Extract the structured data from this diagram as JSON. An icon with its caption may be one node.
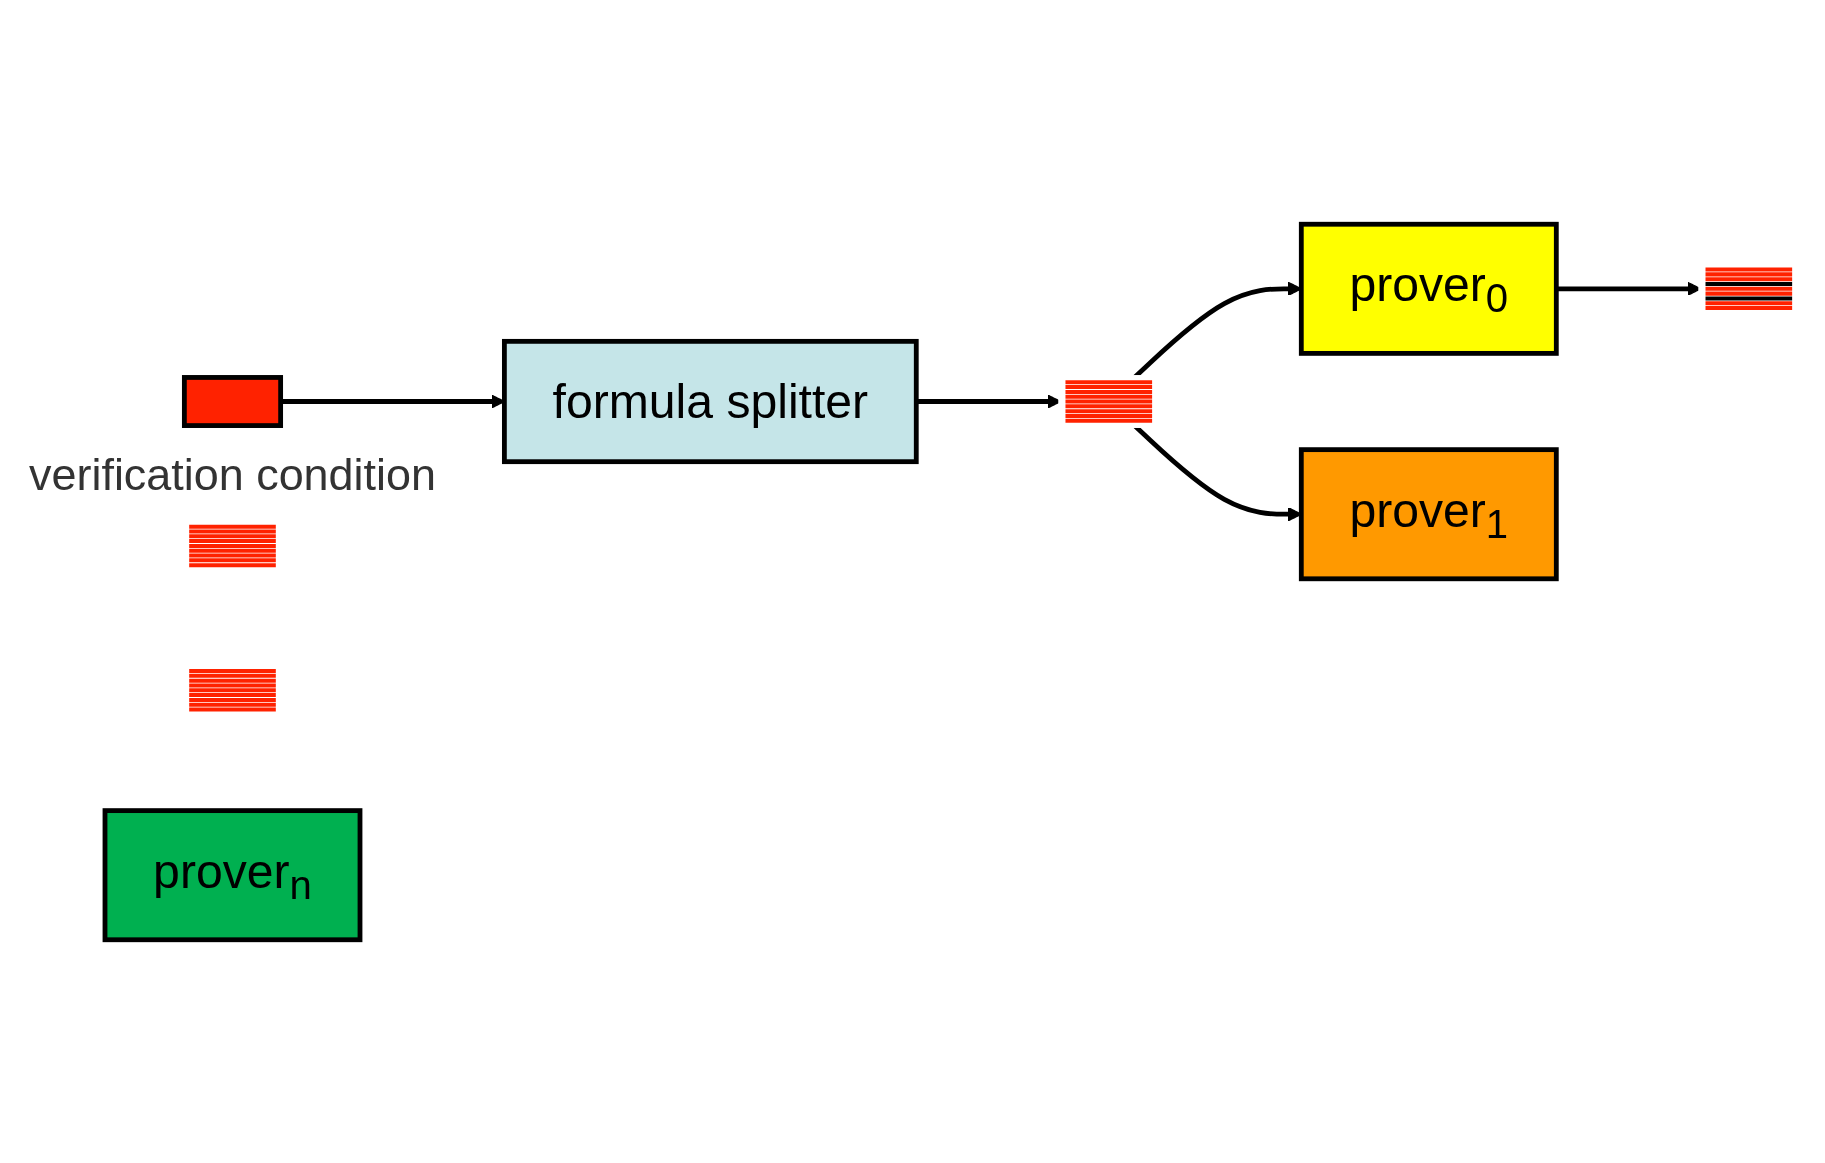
{
  "diagram": {
    "nodes": [
      {
        "text": [],
        "shape": "box",
        "beside": [
          "verification condition"
        ]
      },
      {
        "text": [
          "formula splitter"
        ]
      },
      {
        "text": [],
        "shape": "picture"
      },
      {
        "text": [],
        "shape": "picture"
      },
      {
        "text": [
          "prover$_{0}$"
        ]
      },
      {
        "text": [],
        "shape": "picture"
      },
      {
        "text": [
          "prover$_{1}$"
        ]
      },
      {
        "text": [
          "prover$_{n}$"
        ]
      },
      {
        "text": [],
        "shape": "picture"
      }
    ],
    "edges": [
      {
        "from": 0,
        "to": 1,
        "arrow": "to"
      },
      {
        "from": 1,
        "to": 2,
        "arrow": "to"
      },
      {
        "from": 2,
        "to": 4,
        "arrow": "to"
      },
      {
        "from": 2,
        "to": 6,
        "arrow": "to"
      },
      {
        "from": 4,
        "to": 8,
        "arrow": "to"
      }
    ]
  }
}
